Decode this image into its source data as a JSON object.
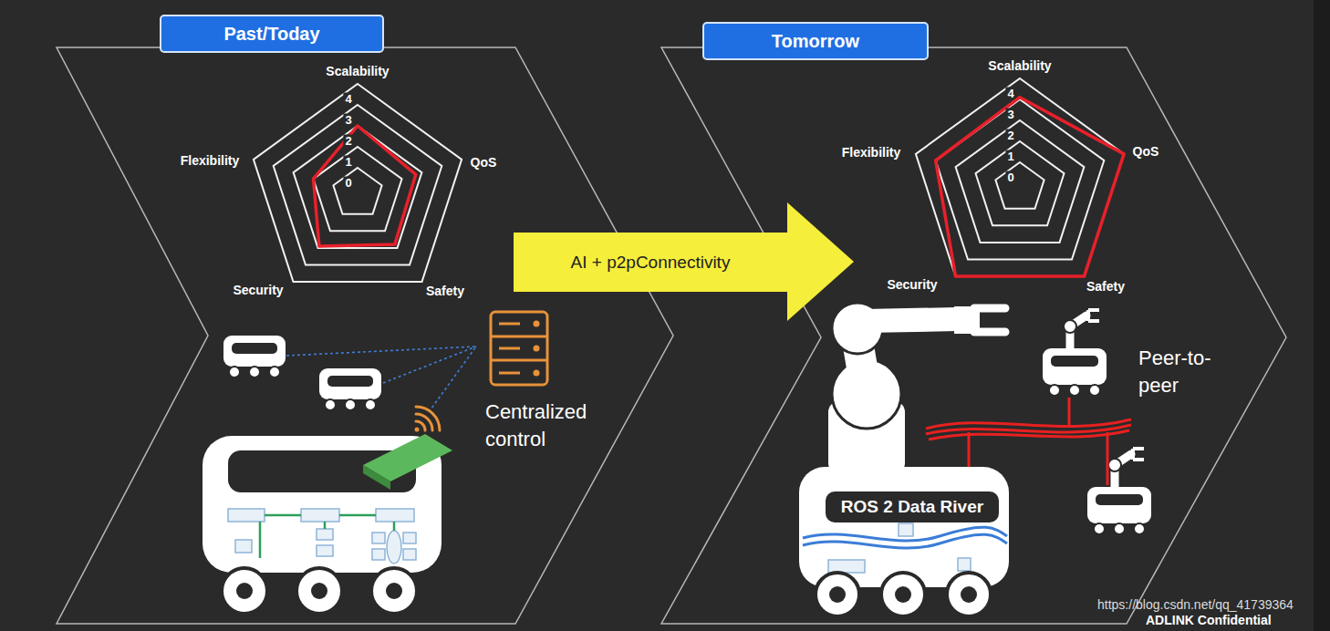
{
  "diagram": {
    "nodes": [
      {
        "text": [
          "Past/Today"
        ]
      },
      {
        "text": [
          "AI + p2pConnectivity"
        ]
      },
      {
        "text": [
          "Tomorrow"
        ]
      },
      {
        "text": [
          "ROS 2 Data River"
        ]
      }
    ],
    "labels": [
      "Scalability",
      "QoS",
      "Safety",
      "Security",
      "Flexibility",
      "4",
      "3",
      "2",
      "1",
      "0",
      "Centralized control",
      "Scalability",
      "QoS",
      "Safety",
      "Security",
      "Flexibility",
      "4",
      "3",
      "2",
      "1",
      "0",
      "Peer-to-peer",
      "https://blog.csdn.net/qq_41739364",
      "ADLINK Confidential"
    ]
  }
}
